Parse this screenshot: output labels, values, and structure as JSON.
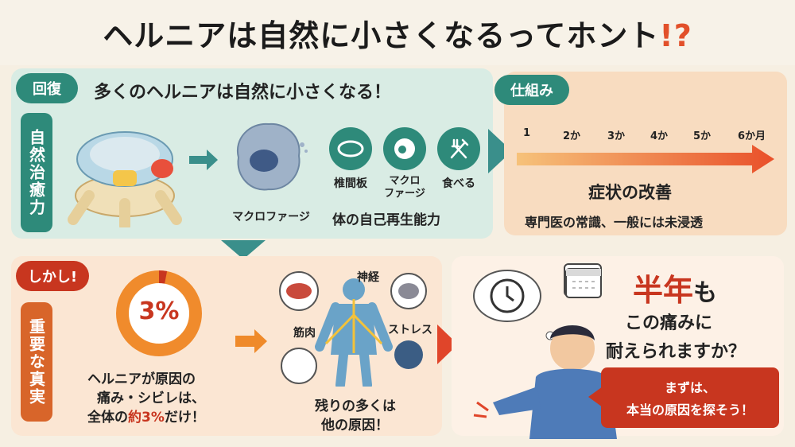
{
  "title": {
    "main": "ヘルニアは自然に小さくなるってホント",
    "mark": "!?"
  },
  "top": {
    "badge": "回復",
    "vtab": "自然治癒力",
    "heading": "多くのヘルニアは自然に小さくなる！",
    "macrophage_label": "マクロファージ",
    "icons": [
      {
        "icon": "disc-icon",
        "label": "椎間板"
      },
      {
        "icon": "macrophage-icon",
        "label": "マクロ\nファージ"
      },
      {
        "icon": "fork-knife-icon",
        "label": "食べる"
      }
    ],
    "self_regen": "体の自己再生能力"
  },
  "timeline": {
    "badge": "仕組み",
    "ticks": [
      "1",
      "2か",
      "3か",
      "4か",
      "5か",
      "6か月"
    ],
    "headline": "症状の改善",
    "note": "専門医の常識、一般には未浸透"
  },
  "bottom": {
    "badge": "しかし!",
    "vtab": "重要な真実",
    "percent": "3%",
    "percent_value": 3,
    "desc_line1": "ヘルニアが原因の",
    "desc_line2": "痛み・シビレは、",
    "desc_line3_pre": "全体の",
    "desc_line3_em": "約3%",
    "desc_line3_post": "だけ！",
    "labels": {
      "nerve": "神経",
      "muscle": "筋肉",
      "stress": "ストレス"
    },
    "conclusion_line1": "残りの多くは",
    "conclusion_line2": "他の原因！"
  },
  "right": {
    "headline_em": "半年",
    "headline_rest": "も",
    "line2": "この痛みに",
    "line3": "耐えられますか？",
    "cta_line1": "まずは、",
    "cta_line2": "本当の原因を探そう！"
  },
  "colors": {
    "teal": "#2e8a7a",
    "orange": "#e9791f",
    "red": "#c8361f"
  }
}
